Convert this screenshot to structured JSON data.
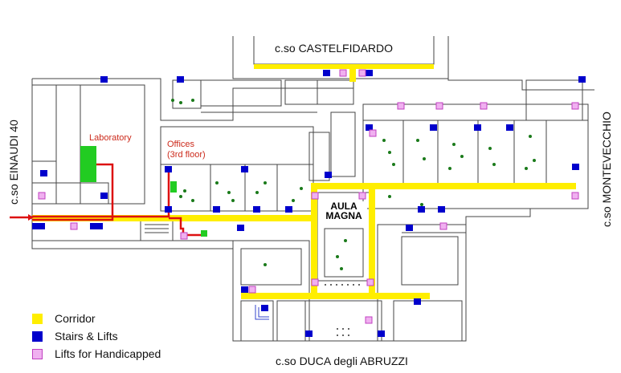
{
  "streets": {
    "north": "c.so CASTELFIDARDO",
    "south": "c.so DUCA degli ABRUZZI",
    "west": "c.so EINAUDI 40",
    "east": "c.so MONTEVECCHIO"
  },
  "labels": {
    "laboratory": "Laboratory",
    "offices_line1": "Offices",
    "offices_line2": "(3rd floor)",
    "aula_line1": "AULA",
    "aula_line2": "MAGNA"
  },
  "legend": [
    {
      "label": "Corridor",
      "color": "#ffee00",
      "icon": "corridor-swatch"
    },
    {
      "label": "Stairs & Lifts",
      "color": "#0000cc",
      "icon": "stairs-lifts-swatch"
    },
    {
      "label": "Lifts for Handicapped",
      "color": "#e080e0",
      "icon": "handicapped-lift-swatch"
    }
  ],
  "colors": {
    "corridor": "#ffee00",
    "stairs": "#0000cc",
    "route": "#dd1111",
    "destination": "#22cc22",
    "tree": "#1a7a1a",
    "wall": "#444444"
  }
}
